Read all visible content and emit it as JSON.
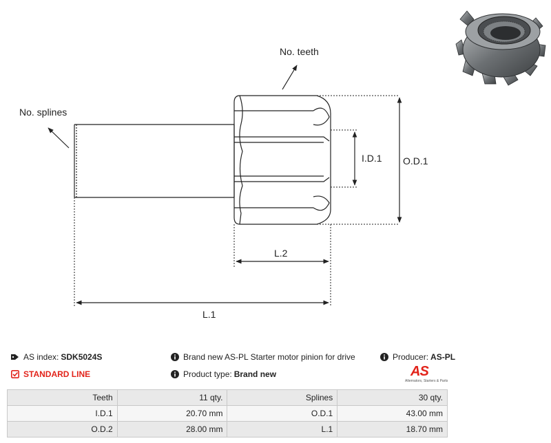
{
  "drawing": {
    "labels": {
      "teeth": "No. teeth",
      "splines": "No. splines",
      "id1": "I.D.1",
      "od1": "O.D.1",
      "l2": "L.2",
      "l1": "L.1"
    }
  },
  "info": {
    "as_index_label": "AS index:",
    "as_index_value": "SDK5024S",
    "standard_line": "STANDARD LINE",
    "description": "Brand new AS-PL Starter motor pinion for drive",
    "product_type_label": "Product type:",
    "product_type_value": "Brand new",
    "producer_label": "Producer:",
    "producer_value": "AS-PL"
  },
  "logo": {
    "text": "AS",
    "tagline": "Alternators, Starters & Parts"
  },
  "colors": {
    "accent": "#e2231a",
    "row_dark": "#e9e9e9",
    "row_light": "#f6f6f6"
  },
  "specs": [
    [
      {
        "label": "Teeth",
        "value": "11 qty."
      },
      {
        "label": "Splines",
        "value": "30 qty."
      }
    ],
    [
      {
        "label": "I.D.1",
        "value": "20.70 mm"
      },
      {
        "label": "O.D.1",
        "value": "43.00 mm"
      }
    ],
    [
      {
        "label": "O.D.2",
        "value": "28.00 mm"
      },
      {
        "label": "L.1",
        "value": "18.70 mm"
      }
    ]
  ]
}
